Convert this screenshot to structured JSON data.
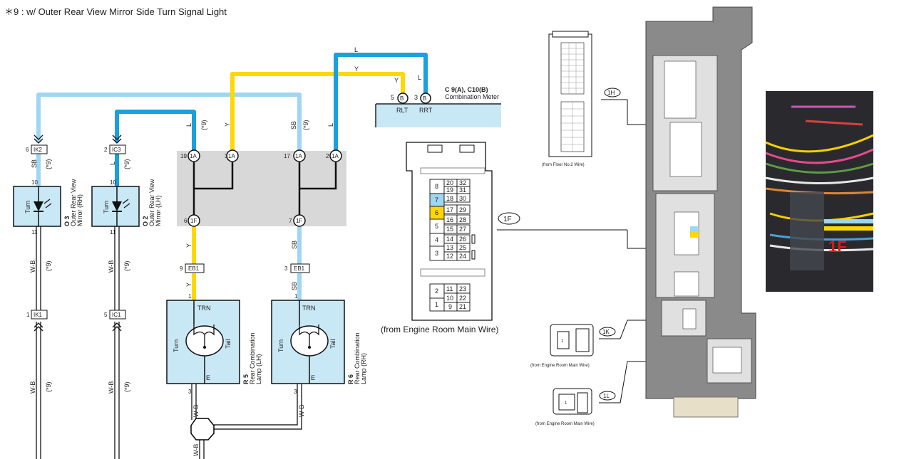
{
  "note": "＊9 : w/ Outer Rear View Mirror Side Turn Signal Light",
  "wire_colors": {
    "L": "#19a0dd",
    "SB": "#9fd6f1",
    "Y": "#ffd800",
    "W-B": "#000000"
  },
  "wires": {
    "L": "L",
    "Y": "Y",
    "SB": "SB",
    "WB": "W-B",
    "star9": "(*9)"
  },
  "meter": {
    "name": "C 9(A), C10(B)",
    "desc": "Combination Meter",
    "pin5": "5",
    "pin3": "3",
    "b": "B",
    "rlt": "RLT",
    "rrt": "RRT"
  },
  "junction": {
    "conn": "1A",
    "pin19": "19",
    "pin3": "3",
    "pin17": "17",
    "pin2": "2",
    "conn_out": "1F",
    "pin6": "6",
    "pin7": "7"
  },
  "connectors": {
    "ik2": "IK2",
    "ic3": "IC3",
    "ik1": "IK1",
    "ic1": "IC1",
    "eb1": "EB1",
    "p6": "6",
    "p2": "2",
    "p1": "1",
    "p5": "5",
    "p9": "9",
    "p3": "3",
    "p10": "10",
    "p11": "11"
  },
  "mirrors": {
    "rh": {
      "id": "O 3",
      "name": "Outer Rear View",
      "name2": "Mirror (RH)",
      "label": "Turn"
    },
    "lh": {
      "id": "O 2",
      "name": "Outer Rear View",
      "name2": "Mirror (LH)",
      "label": "Turn"
    }
  },
  "lamps": {
    "lh": {
      "id": "R 5",
      "name": "Rear Combination",
      "name2": "Lamp (LH)",
      "trn": "TRN",
      "turn": "Turn",
      "tail": "Tail",
      "e": "E"
    },
    "rh": {
      "id": "R 6",
      "name": "Rear Combination",
      "name2": "Lamp (RH)",
      "trn": "TRN",
      "turn": "Turn",
      "tail": "Tail",
      "e": "E"
    }
  },
  "connector_1f": {
    "callout": "1F",
    "caption": "(from Engine Room Main Wire)",
    "rows": [
      [
        "8",
        "20",
        "32"
      ],
      [
        "7",
        "18",
        "30"
      ],
      [
        "6",
        "17",
        "29"
      ],
      [
        "5",
        "16",
        "28"
      ],
      [
        "4",
        "14",
        "26"
      ],
      [
        "3",
        "13",
        "25"
      ],
      [
        "",
        "12",
        "24"
      ],
      [
        "2",
        "11",
        "23"
      ],
      [
        "1",
        "10",
        "22"
      ],
      [
        "",
        "9",
        "21"
      ]
    ],
    "col2_extra": [
      "19",
      "31",
      "15",
      "27"
    ]
  },
  "small_connectors": {
    "c1h": {
      "callout": "1H",
      "caption": "(from Floor No.2 Wire)"
    },
    "c1k": {
      "callout": "1K",
      "caption": "(from Engine Room Main Wire)",
      "pin": "1"
    },
    "c1l": {
      "callout": "1L",
      "caption": "(from Engine Room Main Wire)",
      "pin": "1"
    }
  },
  "photo": {
    "label": "1F"
  }
}
